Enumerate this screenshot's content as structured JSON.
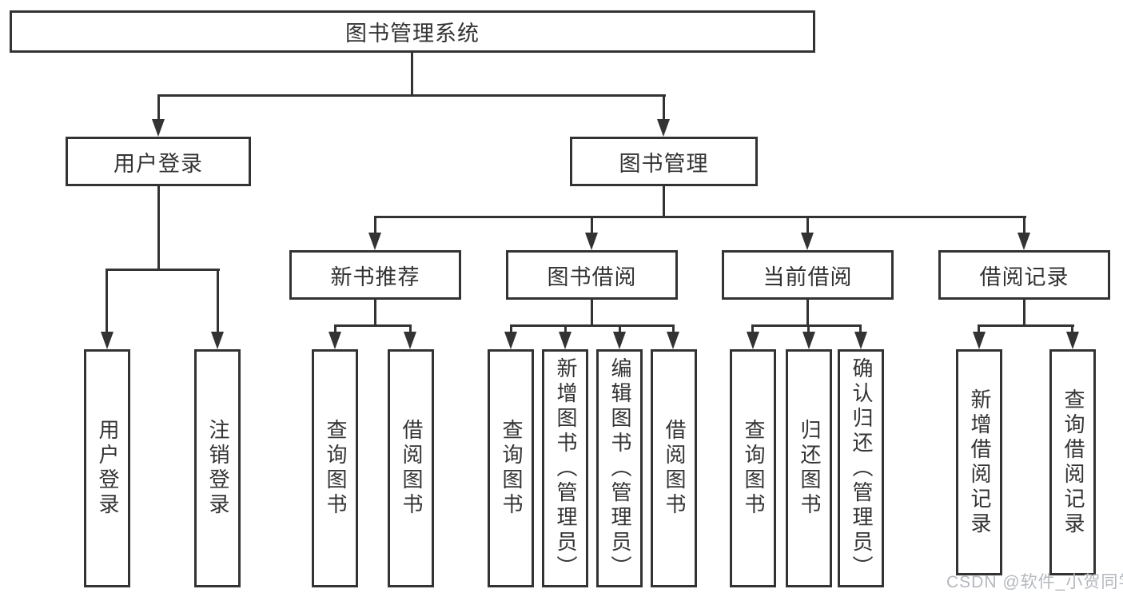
{
  "diagram": {
    "root": {
      "label": "图书管理系统"
    },
    "level2": [
      {
        "label": "用户登录"
      },
      {
        "label": "图书管理"
      }
    ],
    "level3": [
      {
        "label": "新书推荐"
      },
      {
        "label": "图书借阅"
      },
      {
        "label": "当前借阅"
      },
      {
        "label": "借阅记录"
      }
    ],
    "level4": {
      "user_login": [
        {
          "label": "用户登录"
        },
        {
          "label": "注销登录"
        }
      ],
      "new_book": [
        {
          "label": "查询图书"
        },
        {
          "label": "借阅图书"
        }
      ],
      "book_borrow": [
        {
          "label": "查询图书"
        },
        {
          "label": "新增图书（管理员）"
        },
        {
          "label": "编辑图书（管理员）"
        },
        {
          "label": "借阅图书"
        }
      ],
      "current_borrow": [
        {
          "label": "查询图书"
        },
        {
          "label": "归还图书"
        },
        {
          "label": "确认归还（管理员）"
        }
      ],
      "borrow_record": [
        {
          "label": "新增借阅记录"
        },
        {
          "label": "查询借阅记录"
        }
      ]
    }
  },
  "watermark": {
    "text": "CSDN @软件_小贺同学"
  },
  "colors": {
    "line": "#333333",
    "text": "#333333",
    "background": "#ffffff",
    "watermark": "#b4b8be"
  }
}
